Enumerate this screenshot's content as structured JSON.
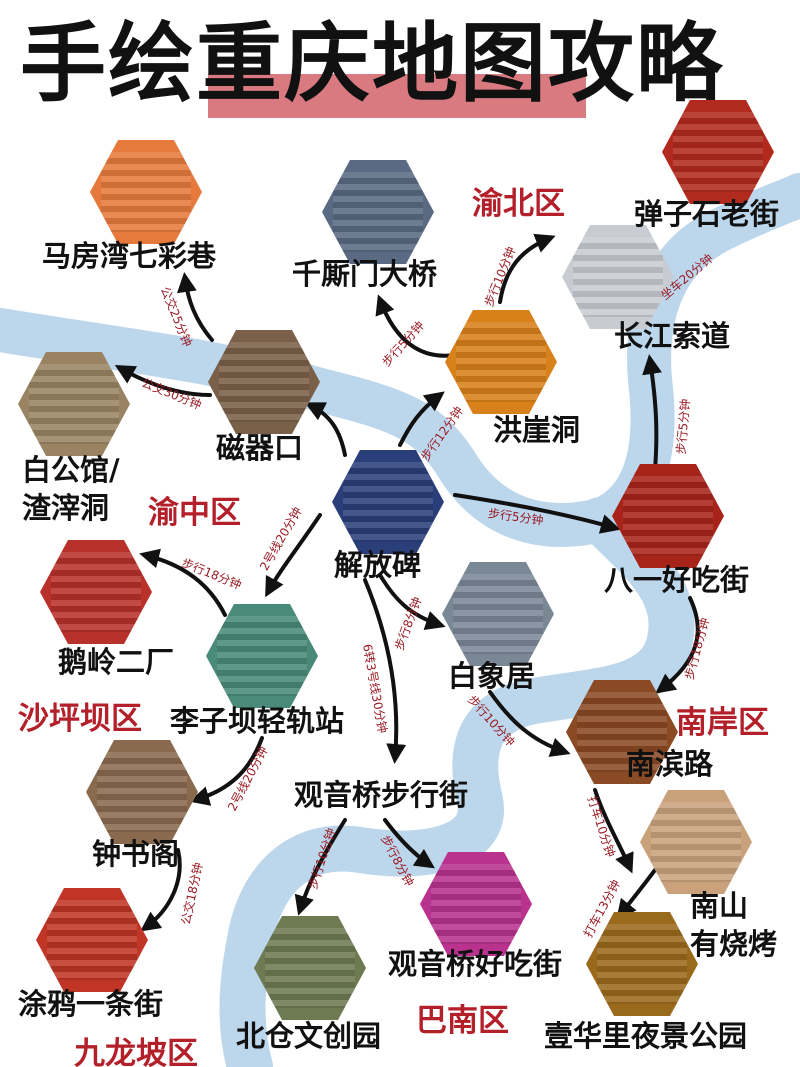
{
  "title": "手绘重庆地图攻略",
  "colors": {
    "river": "#bcd6ec",
    "highlight": "#d97a80",
    "district": "#b3202a",
    "route_text": "#9a1b24",
    "arrow": "#111111"
  },
  "districts": {
    "yubei": "渝北区",
    "yuzhong": "渝中区",
    "shapingba": "沙坪坝区",
    "nanan": "南岸区",
    "banan": "巴南区",
    "jiulongpo": "九龙坡区"
  },
  "spots": {
    "mafangwan": {
      "name": "马房湾七彩巷",
      "color": "#e67a3c"
    },
    "qiansimen": {
      "name": "千厮门大桥",
      "color": "#5a6a82"
    },
    "danzishi": {
      "name": "弹子石老街",
      "color": "#b22a1e"
    },
    "suodao": {
      "name": "长江索道",
      "color": "#c8ccd2"
    },
    "hongyadong": {
      "name": "洪崖洞",
      "color": "#d8801a"
    },
    "baigongguan": {
      "name": "白公馆/",
      "name2": "渣滓洞",
      "color": "#9a8362"
    },
    "ciqikou": {
      "name": "磁器口",
      "color": "#7a6048"
    },
    "jiefangbei": {
      "name": "解放碑",
      "color": "#2a3f7a"
    },
    "bayi": {
      "name": "八一好吃街",
      "color": "#a8241a"
    },
    "eling": {
      "name": "鹅岭二厂",
      "color": "#b8312a"
    },
    "liziba": {
      "name": "李子坝轻轨站",
      "color": "#4a8a78"
    },
    "baixiangju": {
      "name": "白象居",
      "color": "#7a8896"
    },
    "nanbinlu": {
      "name": "南滨路",
      "color": "#8a4a24"
    },
    "zhongshuge": {
      "name": "钟书阁",
      "color": "#8a6a4e"
    },
    "guanyinqiao": {
      "name": "观音桥步行街"
    },
    "nanshan": {
      "name": "南山",
      "name2": "有烧烤",
      "color": "#c9a27c"
    },
    "tuya": {
      "name": "涂鸦一条街",
      "color": "#c03526"
    },
    "beicang": {
      "name": "北仓文创园",
      "color": "#6e7a52"
    },
    "gyqfood": {
      "name": "观音桥好吃街",
      "color": "#b8328e"
    },
    "yihuali": {
      "name": "壹华里夜景公园",
      "color": "#9a6a1c"
    }
  },
  "routes": {
    "r1": "公交25分钟",
    "r2": "公交30分钟",
    "r3": "步行5分钟",
    "r4": "步行10分钟",
    "r5": "坐车20分钟",
    "r6": "步行12分钟",
    "r7": "步行5分钟",
    "r8": "步行5分钟",
    "r9": "2号线20分钟",
    "r10": "步行18分钟",
    "r11": "步行8分钟",
    "r12": "6转3号线30分钟",
    "r13": "步行18分钟",
    "r14": "步行10分钟",
    "r15": "2号线20分钟",
    "r16": "打车10分钟",
    "r17": "公交18分钟",
    "r18": "步行10分钟",
    "r19": "步行8分钟",
    "r20": "打车13分钟"
  }
}
